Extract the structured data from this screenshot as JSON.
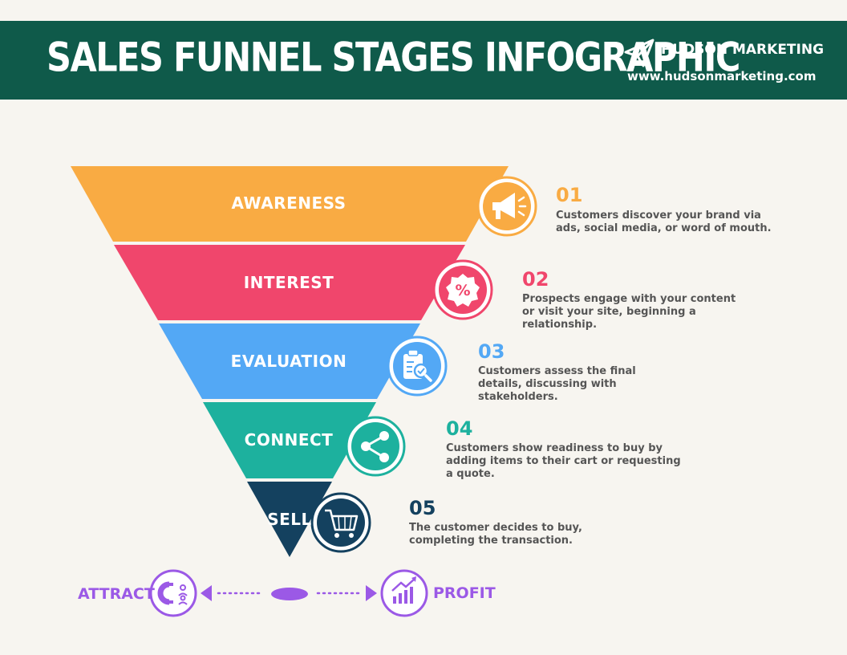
{
  "header": {
    "title": "SALES FUNNEL STAGES INFOGRAPHIC",
    "brand_name": "HUDSON MARKETING",
    "brand_url": "www.hudsonmarketing.com"
  },
  "stages": [
    {
      "label": "AWARENESS",
      "number": "01",
      "description": "Customers discover your brand via ads, social media, or word of mouth.",
      "color": "#f9ab43",
      "icon": "megaphone-icon"
    },
    {
      "label": "INTEREST",
      "number": "02",
      "description": "Prospects engage with your content or visit your site, beginning a relationship.",
      "color": "#f0466c",
      "icon": "percent-badge-icon"
    },
    {
      "label": "EVALUATION",
      "number": "03",
      "description": "Customers assess the final details, discussing with stakeholders.",
      "color": "#53a8f5",
      "icon": "clipboard-check-icon"
    },
    {
      "label": "CONNECT",
      "number": "04",
      "description": "Customers show readiness to buy by adding items to their cart or requesting a quote.",
      "color": "#1db19e",
      "icon": "share-nodes-icon"
    },
    {
      "label": "SELL",
      "number": "05",
      "description": "The customer decides to buy, completing the transaction.",
      "color": "#14415f",
      "icon": "shopping-cart-icon"
    }
  ],
  "flow": {
    "left_label": "ATTRACT",
    "right_label": "PROFIT",
    "color": "#9b59e6",
    "left_icon": "magnet-icon",
    "right_icon": "growth-chart-icon"
  }
}
